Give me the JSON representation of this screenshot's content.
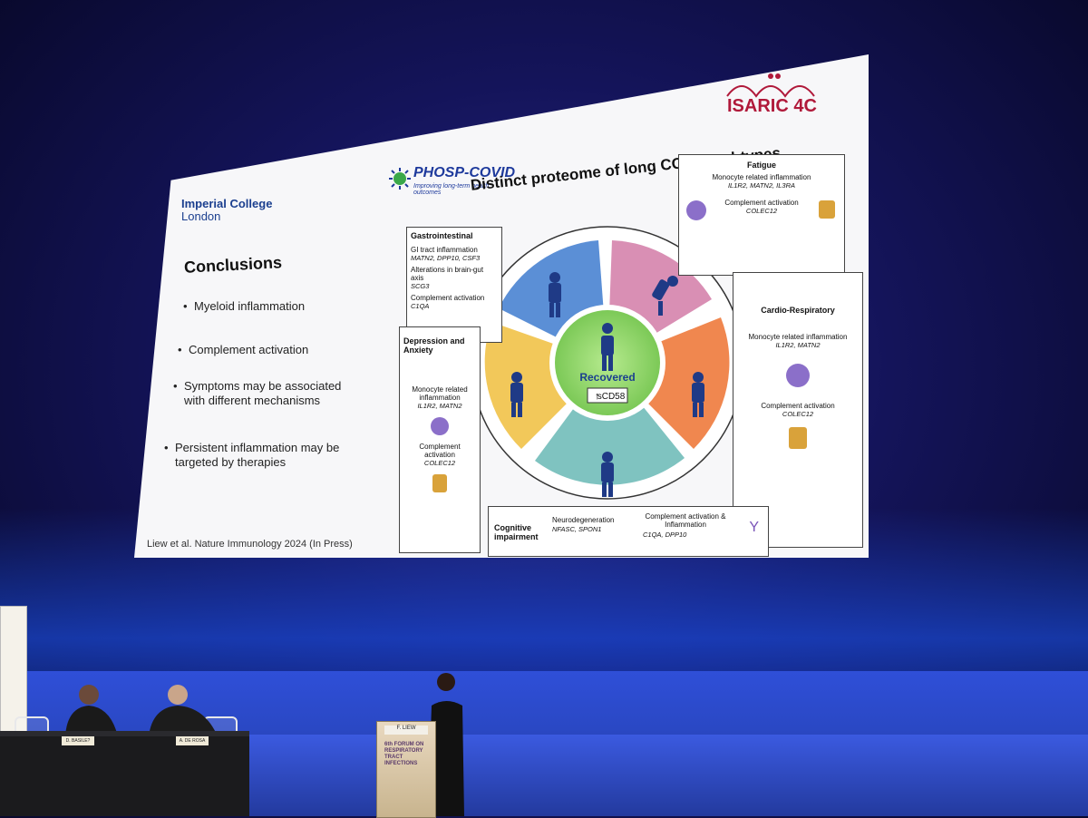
{
  "slide": {
    "institution_line1": "Imperial College",
    "institution_line2": "London",
    "phosp_title": "PHOSP-COVID",
    "phosp_subtitle": "Improving long-term health outcomes",
    "isaric": "ISARIC 4C",
    "heading": "Distinct proteome of long COVID subtypes",
    "conclusions_title": "Conclusions",
    "bullets": [
      "Myeloid inflammation",
      "Complement activation",
      "Symptoms may be associated with different mechanisms",
      "Persistent inflammation may be targeted by therapies"
    ],
    "citation": "Liew et al. Nature Immunology 2024 (In Press)",
    "center_label": "Recovered",
    "center_marker": "sCD58",
    "panels": {
      "gi": {
        "title": "Gastrointestinal",
        "l1": "GI tract inflammation",
        "g1": "MATN2, DPP10, CSF3",
        "l2": "Alterations in brain-gut axis",
        "g2": "SCG3",
        "l3": "Complement activation",
        "g3": "C1QA"
      },
      "fatigue": {
        "title": "Fatigue",
        "l1": "Monocyte related inflammation",
        "g1": "IL1R2, MATN2, IL3RA",
        "l2": "Complement activation",
        "g2": "COLEC12"
      },
      "cardio": {
        "title": "Cardio-Respiratory",
        "l1": "Monocyte related inflammation",
        "g1": "IL1R2, MATN2",
        "l2": "Complement activation",
        "g2": "COLEC12"
      },
      "depression": {
        "title": "Depression and Anxiety",
        "l1": "Monocyte related inflammation",
        "g1": "IL1R2, MATN2",
        "l2": "Complement activation",
        "g2": "COLEC12"
      },
      "cognitive": {
        "title": "Cognitive impairment",
        "l1": "Neurodegeneration",
        "g1": "NFASC, SPON1",
        "l2": "Complement activation & Inflammation",
        "g2": "C1QA, DPP10"
      }
    }
  },
  "stage": {
    "podium_name": "F. LIEW",
    "podium_text": "6th FORUM ON RESPIRATORY TRACT INFECTIONS",
    "nameplate_1": "D. BASILE?",
    "nameplate_2": "A. DE ROSA"
  },
  "colors": {
    "segment_blue": "#5b8fd6",
    "segment_pink": "#d98fb4",
    "segment_orange": "#f0874f",
    "segment_teal": "#7fc3c0",
    "segment_yellow": "#f2c85a",
    "center_green": "#8fd36b",
    "figure_navy": "#1f3a86"
  }
}
